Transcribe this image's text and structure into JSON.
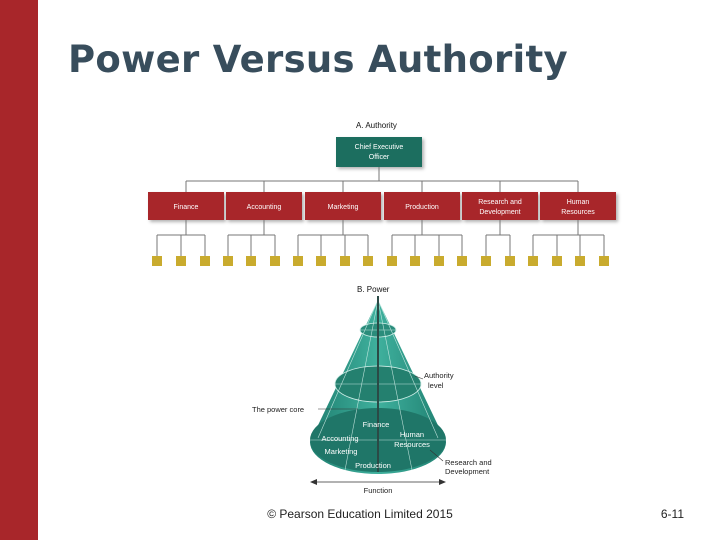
{
  "slide": {
    "title": "Power Versus Authority",
    "copyright": "© Pearson Education Limited 2015",
    "page_number": "6-11"
  },
  "figure_a": {
    "heading": "A. Authority",
    "ceo": [
      "Chief Executive",
      "Officer"
    ],
    "departments": [
      [
        "Finance"
      ],
      [
        "Accounting"
      ],
      [
        "Marketing"
      ],
      [
        "Production"
      ],
      [
        "Research and",
        "Development"
      ],
      [
        "Human",
        "Resources"
      ]
    ]
  },
  "figure_b": {
    "heading": "B. Power",
    "callouts": {
      "authority_level": [
        "Authority",
        "level"
      ],
      "power_core": "The power core",
      "research": [
        "Research and",
        "Development"
      ],
      "function": "Function"
    },
    "base_labels": {
      "finance": "Finance",
      "human_resources": [
        "Human",
        "Resources"
      ],
      "accounting": "Accounting",
      "marketing": "Marketing",
      "production": "Production"
    }
  },
  "colors": {
    "side_bar": "#a8262a",
    "title": "#384d5c",
    "dept_box": "#a8262a",
    "ceo_box": "#1f6e5e",
    "employee": "#c9ab2e",
    "cone": "#2e9b8a"
  }
}
